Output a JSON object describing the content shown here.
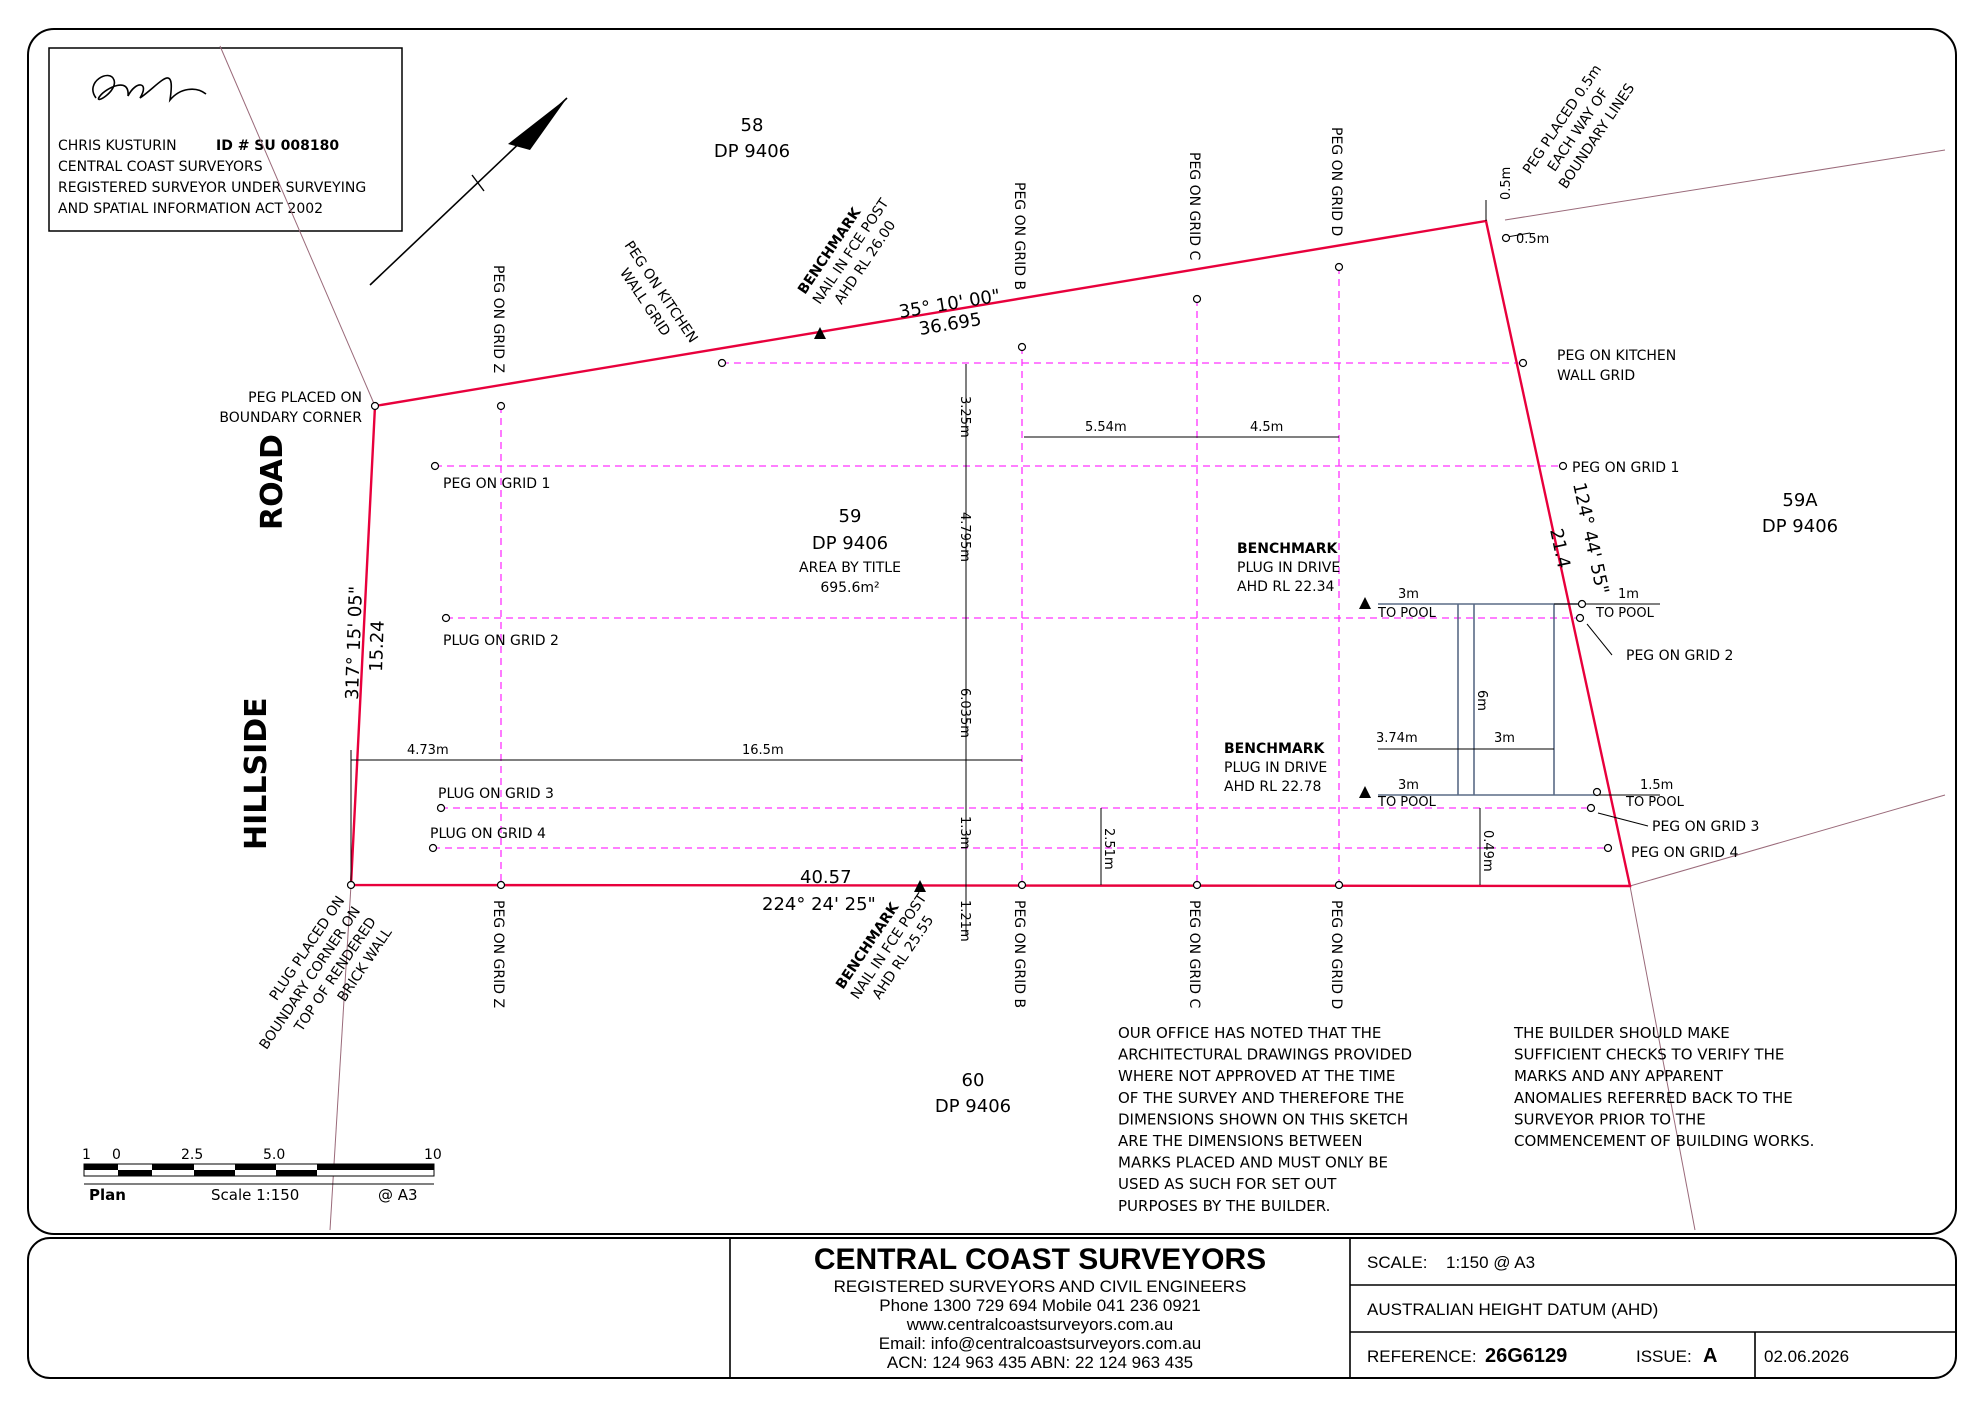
{
  "certification": {
    "surveyor_name": "CHRIS KUSTURIN",
    "id_label": "ID # SU 008180",
    "company": "CENTRAL COAST SURVEYORS",
    "line3": "REGISTERED SURVEYOR UNDER SURVEYING",
    "line4": "AND SPATIAL INFORMATION ACT 2002"
  },
  "road": {
    "word1": "HILLSIDE",
    "word2": "ROAD"
  },
  "lots": {
    "north": {
      "lot": "58",
      "dp": "DP 9406"
    },
    "subject": {
      "lot": "59",
      "dp": "DP 9406",
      "area_label": "AREA BY TITLE",
      "area": "695.6m²"
    },
    "east": {
      "lot": "59A",
      "dp": "DP 9406"
    },
    "south": {
      "lot": "60",
      "dp": "DP 9406"
    }
  },
  "boundaries": {
    "north": {
      "bearing": "35° 10' 00\"",
      "distance": "36.695"
    },
    "east": {
      "bearing": "124° 44' 55\"",
      "distance": "21.4"
    },
    "south": {
      "distance": "40.57",
      "bearing": "224° 24' 25\""
    },
    "west": {
      "bearing": "317° 15' 05\"",
      "distance": "15.24"
    }
  },
  "labels": {
    "peg_nw_corner": [
      "PEG PLACED ON",
      "BOUNDARY CORNER"
    ],
    "plug_sw_corner": [
      "PLUG PLACED ON",
      "BOUNDARY CORNER ON",
      "TOP OF RENDERED",
      "BRICK WALL"
    ],
    "peg_ne": [
      "PEG PLACED 0.5m",
      "EACH WAY OF",
      "BOUNDARY LINES"
    ],
    "peg_kitchen_n": [
      "PEG ON KITCHEN",
      "WALL GRID"
    ],
    "peg_kitchen_e": [
      "PEG ON KITCHEN",
      "WALL GRID"
    ],
    "peg_grid_z": "PEG ON GRID Z",
    "peg_grid_b": "PEG ON GRID B",
    "peg_grid_c": "PEG ON GRID C",
    "peg_grid_d": "PEG ON GRID D",
    "peg_grid_1_w": "PEG ON GRID 1",
    "peg_grid_1_e": "PEG ON GRID 1",
    "plug_grid_2_w": "PLUG ON GRID 2",
    "peg_grid_2_e": "PEG ON GRID 2",
    "plug_grid_3_w": "PLUG ON GRID 3",
    "peg_grid_3_e": "PEG ON GRID 3",
    "plug_grid_4_w": "PLUG ON GRID 4",
    "peg_grid_4_e": "PEG ON GRID 4",
    "to_pool": "TO POOL"
  },
  "benchmarks": {
    "north": {
      "title": "BENCHMARK",
      "desc": "NAIL IN FCE POST",
      "rl": "AHD RL 26.00"
    },
    "south": {
      "title": "BENCHMARK",
      "desc": "NAIL IN FCE POST",
      "rl": "AHD RL 25.55"
    },
    "drive1": {
      "title": "BENCHMARK",
      "desc": "PLUG IN DRIVE",
      "rl": "AHD RL 22.34"
    },
    "drive2": {
      "title": "BENCHMARK",
      "desc": "PLUG IN DRIVE",
      "rl": "AHD RL 22.78"
    }
  },
  "dimensions": {
    "d_0_5_a": "0.5m",
    "d_0_5_b": "0.5m",
    "d_3_25": "3.25m",
    "d_4_795": "4.795m",
    "d_6_035": "6.035m",
    "d_1_3": "1.3m",
    "d_1_21": "1.21m",
    "d_2_51": "2.51m",
    "d_0_49": "0.49m",
    "d_5_54": "5.54m",
    "d_4_5": "4.5m",
    "d_4_73": "4.73m",
    "d_16_5": "16.5m",
    "d_3m_a": "3m",
    "d_1m": "1m",
    "d_6m": "6m",
    "d_3_74": "3.74m",
    "d_3m_b": "3m",
    "d_3m_c": "3m",
    "d_1_5": "1.5m"
  },
  "notes": {
    "left": [
      "OUR OFFICE HAS NOTED THAT THE",
      "ARCHITECTURAL DRAWINGS PROVIDED",
      "WHERE NOT APPROVED AT THE TIME",
      "OF THE SURVEY AND THEREFORE THE",
      "DIMENSIONS SHOWN ON THIS SKETCH",
      "ARE THE DIMENSIONS BETWEEN",
      "MARKS PLACED AND MUST ONLY BE",
      "USED AS SUCH FOR SET OUT",
      "PURPOSES BY THE BUILDER."
    ],
    "right": [
      "THE BUILDER SHOULD MAKE",
      "SUFFICIENT CHECKS TO VERIFY THE",
      "MARKS AND ANY APPARENT",
      "ANOMALIES REFERRED BACK TO THE",
      "SURVEYOR PRIOR TO THE",
      "COMMENCEMENT OF BUILDING WORKS."
    ]
  },
  "scale_bar": {
    "ticks": [
      "1",
      "0",
      "2.5",
      "5.0",
      "10"
    ],
    "plan": "Plan",
    "scale": "Scale 1:150",
    "sheet": "@ A3"
  },
  "title_block": {
    "company": "CENTRAL COAST SURVEYORS",
    "subtitle": "REGISTERED SURVEYORS AND CIVIL ENGINEERS",
    "phone": "Phone 1300 729 694 Mobile 041 236 0921",
    "website": "www.centralcoastsurveyors.com.au",
    "email": "Email: info@centralcoastsurveyors.com.au",
    "acn": "ACN: 124 963 435 ABN: 22 124 963 435",
    "scale_label": "SCALE:",
    "scale_value": "1:150 @ A3",
    "datum": "AUSTRALIAN HEIGHT DATUM (AHD)",
    "reference_label": "REFERENCE:",
    "reference": "26G6129",
    "issue_label": "ISSUE:",
    "issue": "A",
    "date": "02.06.2026"
  },
  "colors": {
    "boundary": "#e8003c",
    "grid": "#ff33ff",
    "pool": "#5a6b86",
    "ink": "#000000"
  }
}
